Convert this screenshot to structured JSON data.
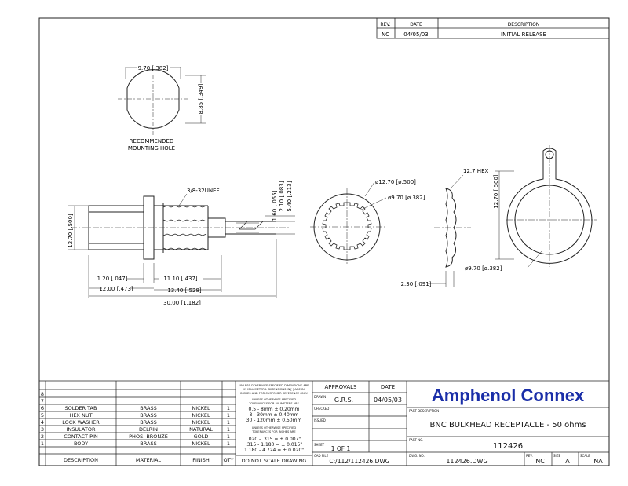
{
  "revision_block": {
    "headers": {
      "rev": "REV.",
      "date": "DATE",
      "description": "DESCRIPTION"
    },
    "row": {
      "rev": "NC",
      "date": "04/05/03",
      "description": "INITIAL RELEASE"
    }
  },
  "mounting_hole": {
    "width_dim": "9.70 [.382]",
    "height_dim": "8.85 [.349]",
    "caption_line1": "RECOMMENDED",
    "caption_line2": "MOUNTING HOLE"
  },
  "side_view": {
    "thread": "3/8-32UNEF",
    "dim_height": "12.70 [.500]",
    "dim_pin_1": "1.60 [.055]",
    "dim_pin_2": "2.10 [.083]",
    "dim_pin_3": "5.40 [.213]",
    "dim_a": "1.20 [.047]",
    "dim_b": "11.10 [.437]",
    "dim_c": "12.00 [.473]",
    "dim_d": "13.40 [.528]",
    "dim_total": "30.00 [1.182]"
  },
  "lock_washer_view": {
    "outer_dim": "ø12.70 [ø.500]",
    "inner_dim": "ø9.70 [ø.382]"
  },
  "hex_nut_view": {
    "hex_dim": "12.7 HEX",
    "thickness_dim": "2.30 [.091]"
  },
  "solder_tab_view": {
    "height_dim": "12.70 [.500]",
    "inner_dim": "ø9.70 [ø.382]"
  },
  "bom": {
    "headers": {
      "item": "",
      "description": "DESCRIPTION",
      "material": "MATERIAL",
      "finish": "FINISH",
      "qty": "QTY"
    },
    "rows": [
      {
        "item": "8",
        "description": "",
        "material": "",
        "finish": "",
        "qty": ""
      },
      {
        "item": "7",
        "description": "",
        "material": "",
        "finish": "",
        "qty": ""
      },
      {
        "item": "6",
        "description": "SOLDER TAB",
        "material": "BRASS",
        "finish": "NICKEL",
        "qty": "1"
      },
      {
        "item": "5",
        "description": "HEX NUT",
        "material": "BRASS",
        "finish": "NICKEL",
        "qty": "1"
      },
      {
        "item": "4",
        "description": "LOCK WASHER",
        "material": "BRASS",
        "finish": "NICKEL",
        "qty": "1"
      },
      {
        "item": "3",
        "description": "INSULATOR",
        "material": "DELRIN",
        "finish": "NATURAL",
        "qty": "1"
      },
      {
        "item": "2",
        "description": "CONTACT PIN",
        "material": "PHOS. BRONZE",
        "finish": "GOLD",
        "qty": "1"
      },
      {
        "item": "1",
        "description": "BODY",
        "material": "BRASS",
        "finish": "NICKEL",
        "qty": "1"
      }
    ]
  },
  "tolerances": {
    "note1": "UNLESS OTHERWISE SPECIFIED DIMENSIONS ARE",
    "note2": "IN MILLIMETERS. DIMENSIONS IN [ ] ARE IN",
    "note3": "INCHES AND FOR CUSTOMER REFERENCE ONLY.",
    "mm_head1": "UNLESS OTHERWISE SPECIFIED",
    "mm_head2": "TOLERANCES FOR MILIMETERS ARE",
    "mm1": "0.5  -  8mm  ±  0.20mm",
    "mm2": "8  -  30mm  ±  0.40mm",
    "mm3": "30  -  120mm  ±  0.50mm",
    "in_head1": "UNLESS OTHERWISE SPECIFIED",
    "in_head2": "TOLERANCES FOR INCHES ARE",
    "in1": ".020  -  .315  =  ±  0.007\"",
    "in2": ".315  -  1.180  =  ±  0.015\"",
    "in3": "1.180  -  4.724  =  ±  0.020\"",
    "do_not_scale": "DO NOT SCALE DRAWING"
  },
  "approvals": {
    "approvals_label": "APPROVALS",
    "date_label": "DATE",
    "drawn_label": "DRAWN",
    "drawn_value": "G.R.S.",
    "drawn_date": "04/05/03",
    "checked_label": "CHECKED",
    "issued_label": "ISSUED",
    "sheet_label": "SHEET",
    "sheet_value": "1  OF  1",
    "cad_label": "CAD FILE",
    "cad_value": "C:/112/112426.DWG"
  },
  "title_block": {
    "company": "Amphenol Connex",
    "part_description_label": "PART DESCRIPTION",
    "part_description": "BNC BULKHEAD RECEPTACLE  -  50 ohms",
    "part_no_label": "PART NO.",
    "part_no": "112426",
    "dwg_no_label": "DWG. NO.",
    "dwg_no": "112426.DWG",
    "rev_label": "REV.",
    "rev_value": "NC",
    "size_label": "SIZE",
    "size_value": "A",
    "scale_label": "SCALE",
    "scale_value": "NA",
    "brand_color": "#1a2ea8"
  }
}
